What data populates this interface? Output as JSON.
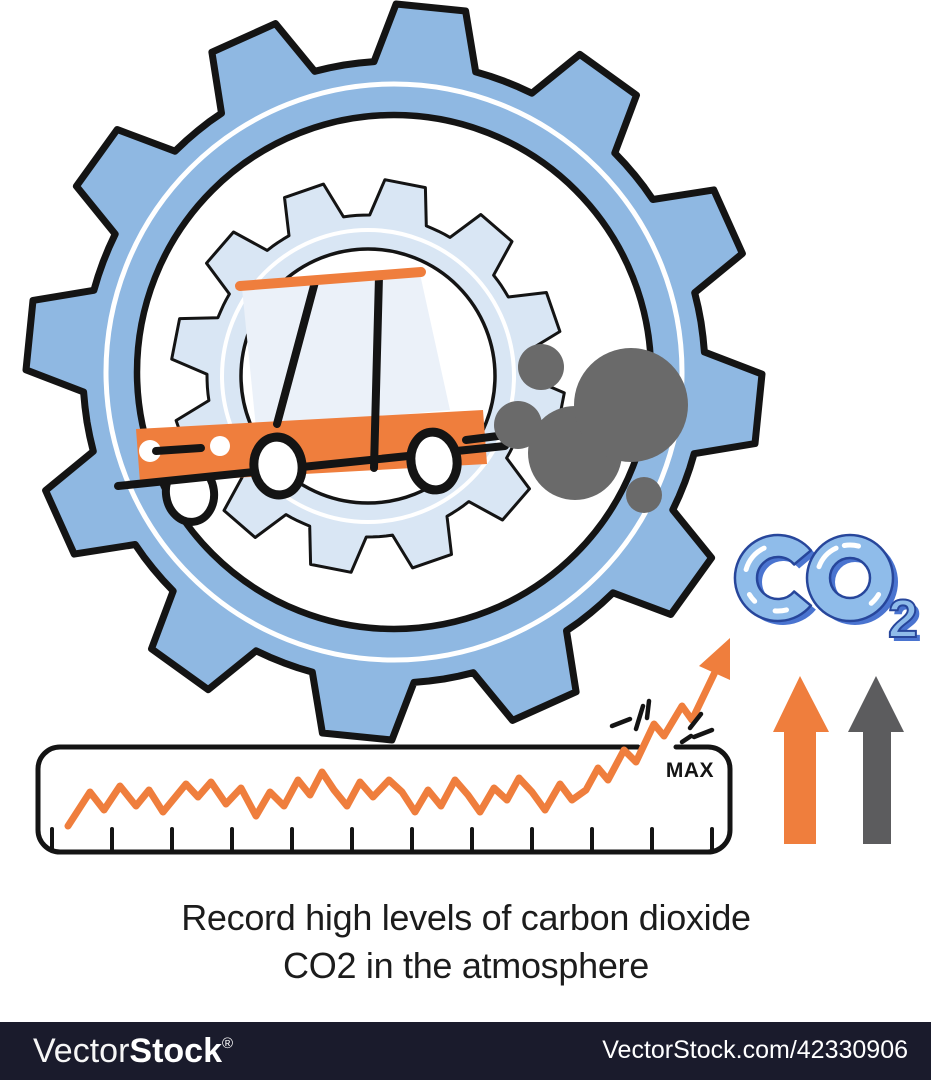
{
  "co2": {
    "letters": "CO",
    "subscript": "2"
  },
  "gauge": {
    "max_label": "MAX",
    "tick_count": 12,
    "trend": [
      [
        68,
        826
      ],
      [
        90,
        792
      ],
      [
        104,
        810
      ],
      [
        120,
        786
      ],
      [
        136,
        806
      ],
      [
        149,
        790
      ],
      [
        163,
        812
      ],
      [
        186,
        784
      ],
      [
        198,
        797
      ],
      [
        211,
        782
      ],
      [
        226,
        804
      ],
      [
        241,
        788
      ],
      [
        256,
        816
      ],
      [
        270,
        792
      ],
      [
        284,
        806
      ],
      [
        298,
        780
      ],
      [
        310,
        795
      ],
      [
        322,
        772
      ],
      [
        334,
        790
      ],
      [
        347,
        806
      ],
      [
        360,
        782
      ],
      [
        373,
        797
      ],
      [
        389,
        780
      ],
      [
        402,
        792
      ],
      [
        415,
        812
      ],
      [
        428,
        790
      ],
      [
        441,
        806
      ],
      [
        455,
        780
      ],
      [
        468,
        795
      ],
      [
        480,
        812
      ],
      [
        494,
        788
      ],
      [
        507,
        800
      ],
      [
        519,
        778
      ],
      [
        532,
        792
      ],
      [
        545,
        810
      ],
      [
        560,
        784
      ],
      [
        572,
        800
      ],
      [
        586,
        790
      ],
      [
        598,
        768
      ],
      [
        608,
        780
      ],
      [
        624,
        750
      ],
      [
        636,
        762
      ],
      [
        654,
        724
      ],
      [
        664,
        736
      ],
      [
        682,
        706
      ],
      [
        692,
        720
      ],
      [
        716,
        670
      ]
    ]
  },
  "caption": {
    "line1": "Record high levels of carbon dioxide",
    "line2": "CO2 in the atmosphere"
  },
  "footer": {
    "brand_light": "Vector",
    "brand_bold": "Stock",
    "registered": "®",
    "credit_url": "VectorStock.com/42330906"
  },
  "colors": {
    "gear_blue": "#8FB8E2",
    "gear_pale": "#D9E6F4",
    "window_pale": "#EBF1F9",
    "orange": "#EF7E3D",
    "smoke_gray": "#6A6A6A",
    "arrow_gray": "#5C5C5E",
    "co2_fill": "#8FBCEA",
    "co2_shadow": "#4A74D0",
    "co2_outline": "#27469B",
    "ink": "#141414",
    "footer_bg": "#1A1B2C",
    "footer_text": "#FFFFFF",
    "caption_text": "#1C1C1C"
  }
}
